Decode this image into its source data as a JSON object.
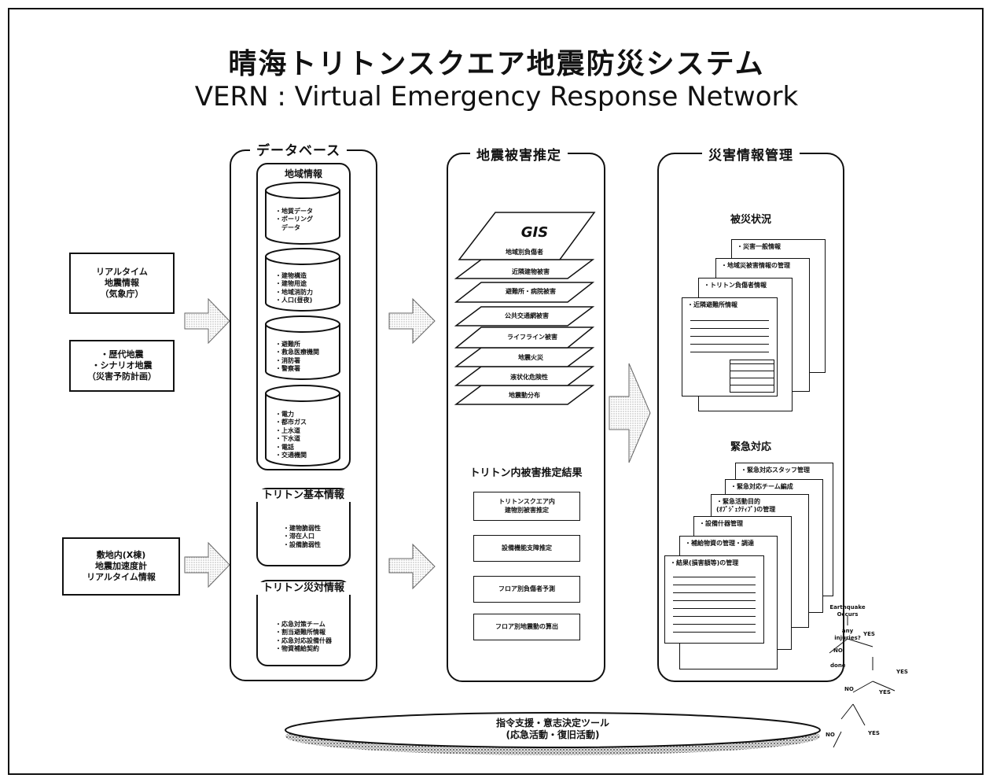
{
  "title": {
    "main": "晴海トリトンスクエア地震防災システム",
    "sub": "VERN : Virtual Emergency Response Network"
  },
  "inputs": [
    "リアルタイム\n地震情報\n（気象庁）",
    "・歴代地震\n・シナリオ地震\n（災害予防計画）",
    "敷地内(X棟)\n地震加速度計\nリアルタイム情報"
  ],
  "database": {
    "title": "データベース",
    "regional": {
      "label": "地域情報",
      "items": [
        "・地質データ\n・ボーリング\n　データ",
        "・建物構造\n・建物用途\n・地域消防力\n・人口(昼夜)",
        "・避難所\n・救急医療機関\n・消防署\n・警察署",
        "・電力\n・都市ガス\n・上水道\n・下水道\n・電話\n・交通機関"
      ]
    },
    "triton_basic": {
      "label": "トリトン基本情報",
      "items": "・建物脆弱性\n・滞在人口\n・設備脆弱性"
    },
    "triton_disaster": {
      "label": "トリトン災対情報",
      "items": "・応急対策チーム\n・割当避難所情報\n・応急対応設備什器\n・物資補給契約"
    }
  },
  "estimation": {
    "title": "地震被害推定",
    "gis_label": "GIS",
    "layers": [
      "地域別負傷者",
      "近隣建物被害",
      "避難所・病院被害",
      "公共交通網被害",
      "ライフライン被害",
      "地震火災",
      "液状化危険性",
      "地震動分布"
    ],
    "result_title": "トリトン内被害推定結果",
    "results": [
      "トリトンスクエア内\n建物別被害推定",
      "設備機能支障推定",
      "フロア別負傷者予測",
      "フロア別地震動の算出"
    ]
  },
  "management": {
    "title": "災害情報管理",
    "status_title": "被災状況",
    "status_sheets": [
      "・災害一般情報",
      "・地域災被害情報の管理",
      "・トリトン負傷者情報",
      "・近隣避難所情報"
    ],
    "response_title": "緊急対応",
    "response_sheets": [
      "・緊急対応スタッフ管理",
      "・緊急対応チーム編成",
      "・緊急活動目的\n(ｵﾌﾞｼﾞｪｸﾃｨﾌﾞ)の管理",
      "・設備什器管理",
      "・補給物資の管理・調達",
      "・結果(損害額等)の管理"
    ]
  },
  "tool": {
    "label": "指令支援・意志決定ツール\n(応急活動・復旧活動)"
  },
  "flowchart": [
    "Earthquake\nOccurs",
    "any\ninjuries?",
    "NO",
    "YES",
    "done",
    "YES",
    "NO",
    "YES",
    "NO",
    "YES"
  ]
}
